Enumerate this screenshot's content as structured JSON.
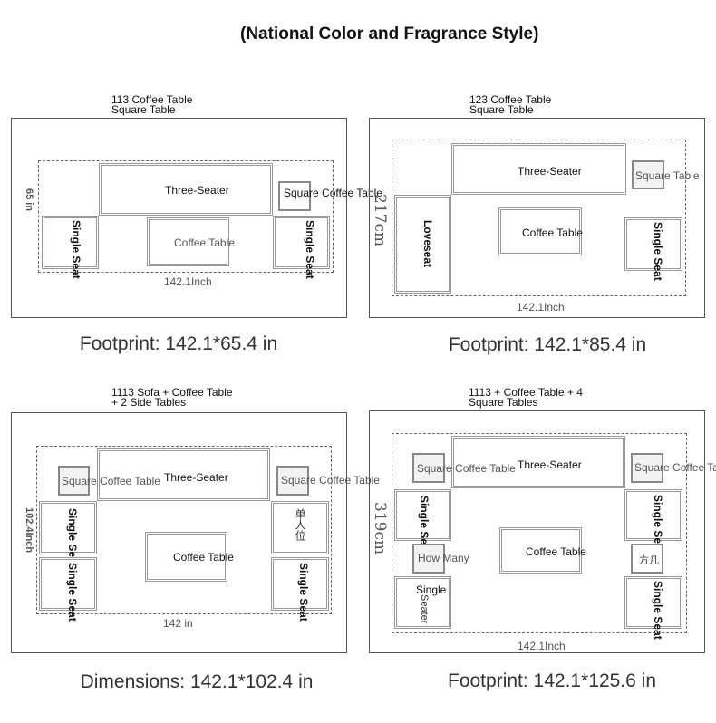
{
  "header": "(National Color and Fragrance Style)",
  "panels": [
    {
      "title": "113 Coffee Table\nSquare Table",
      "three_seater": "Three-Seater",
      "square_table": "Square Coffee Table",
      "single_seat_left": "Single Seat",
      "single_seat_right": "Single Seat",
      "coffee_table": "Coffee Table",
      "width": "142.1Inch",
      "depth": "65 in",
      "footer": "Footprint: 142.1*65.4 in"
    },
    {
      "title": "123 Coffee Table\nSquare Table",
      "three_seater": "Three-Seater",
      "square_table": "Square Table",
      "loveseat": "Loveseat",
      "single_seat_right": "Single Seat",
      "coffee_table": "Coffee Table",
      "width": "142.1Inch",
      "depth": "217cm",
      "footer": "Footprint: 142.1*85.4 in"
    },
    {
      "title": "1113 Sofa + Coffee Table\n+ 2 Side Tables",
      "three_seater": "Three-Seater",
      "square_table_left": "Square Coffee Table",
      "square_table_right": "Square Coffee Table",
      "single_seat_left_top": "Single Seat",
      "single_seat_left_bottom": "Single Seat",
      "single_seat_right_top": "单人位",
      "single_seat_right_bottom": "Single Seat",
      "coffee_table": "Coffee Table",
      "width": "142 in",
      "depth": "102.4Inch",
      "footer": "Dimensions: 142.1*102.4 in"
    },
    {
      "title": "1113 + Coffee Table + 4\nSquare Tables",
      "three_seater": "Three-Seater",
      "square_table_left": "Square Coffee Table",
      "square_table_right": "Square Coffee Table",
      "single_seat_left_top": "Single Seat",
      "single_seat_left_bottom_a": "Single",
      "single_seat_left_bottom_b": "Seater",
      "square_table_left_mid": "How Many",
      "square_table_right_mid": "方几",
      "single_seat_right_top": "Single Seat",
      "single_seat_right_bottom": "Single Seat",
      "coffee_table": "Coffee Table",
      "width": "142.1Inch",
      "depth": "319cm",
      "footer": "Footprint: 142.1*125.6 in"
    }
  ]
}
